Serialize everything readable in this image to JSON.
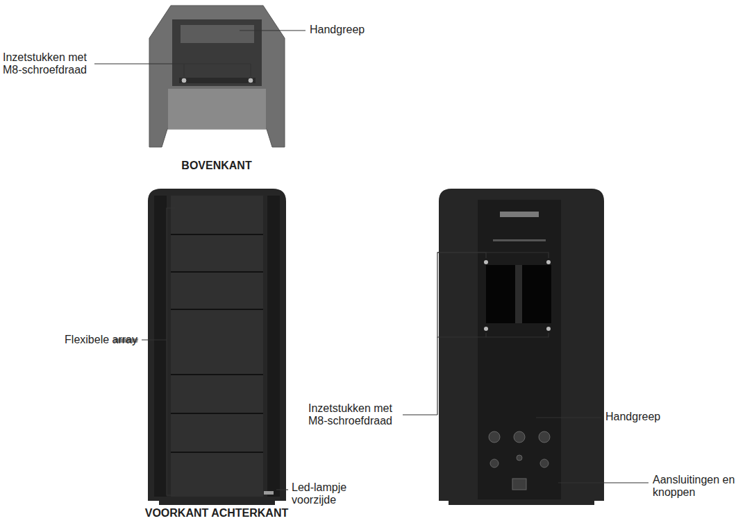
{
  "diagram": {
    "labels": [
      "Handgreep",
      "Inzetstukken met M8-schroefdraad",
      "BOVENKANT",
      "Flexibele array",
      "Led-lampje voorzijde",
      "VOORKANT ACHTERKANT",
      "Inzetstukken met M8-schroefdraad",
      "Handgreep",
      "Aansluitingen en knoppen"
    ]
  }
}
